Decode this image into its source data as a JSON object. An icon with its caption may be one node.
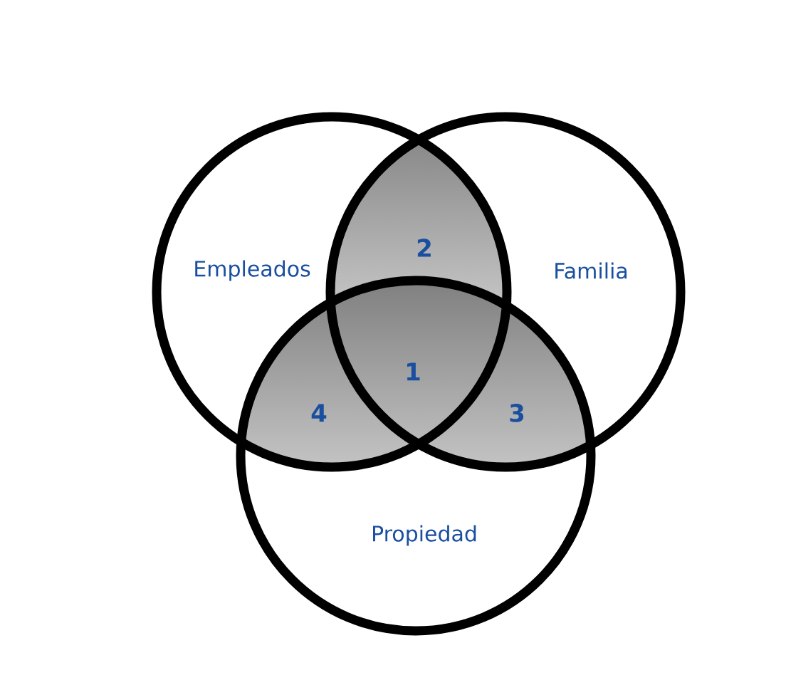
{
  "diagram": {
    "nodes": [
      {
        "text": [
          "Empleados"
        ]
      },
      {
        "text": [
          "Familia"
        ]
      },
      {
        "text": [
          "Propiedad"
        ]
      }
    ],
    "labels": [
      "2",
      "1",
      "4",
      "3"
    ]
  }
}
